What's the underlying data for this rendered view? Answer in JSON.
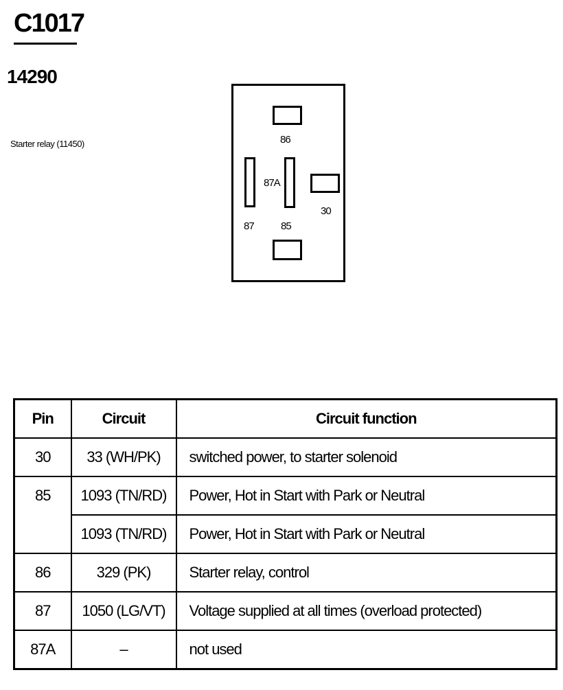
{
  "connector": {
    "id": "C1017",
    "part_number": "14290",
    "description": "Starter relay (11450)",
    "pin_labels": {
      "p86": "86",
      "p87a": "87A",
      "p30": "30",
      "p87": "87",
      "p85": "85"
    }
  },
  "table": {
    "headers": {
      "pin": "Pin",
      "circuit": "Circuit",
      "function": "Circuit function"
    },
    "rows": [
      {
        "pin": "30",
        "circuit": "33 (WH/PK)",
        "function": "switched power, to starter solenoid"
      },
      {
        "pin": "85",
        "circuit": "1093 (TN/RD)",
        "function": "Power, Hot in Start with Park or Neutral"
      },
      {
        "pin": "",
        "circuit": "1093 (TN/RD)",
        "function": "Power, Hot in Start with Park or Neutral"
      },
      {
        "pin": "86",
        "circuit": "329 (PK)",
        "function": "Starter relay, control"
      },
      {
        "pin": "87",
        "circuit": "1050 (LG/VT)",
        "function": "Voltage supplied at all times (overload protected)"
      },
      {
        "pin": "87A",
        "circuit": "–",
        "function": "not used"
      }
    ]
  }
}
